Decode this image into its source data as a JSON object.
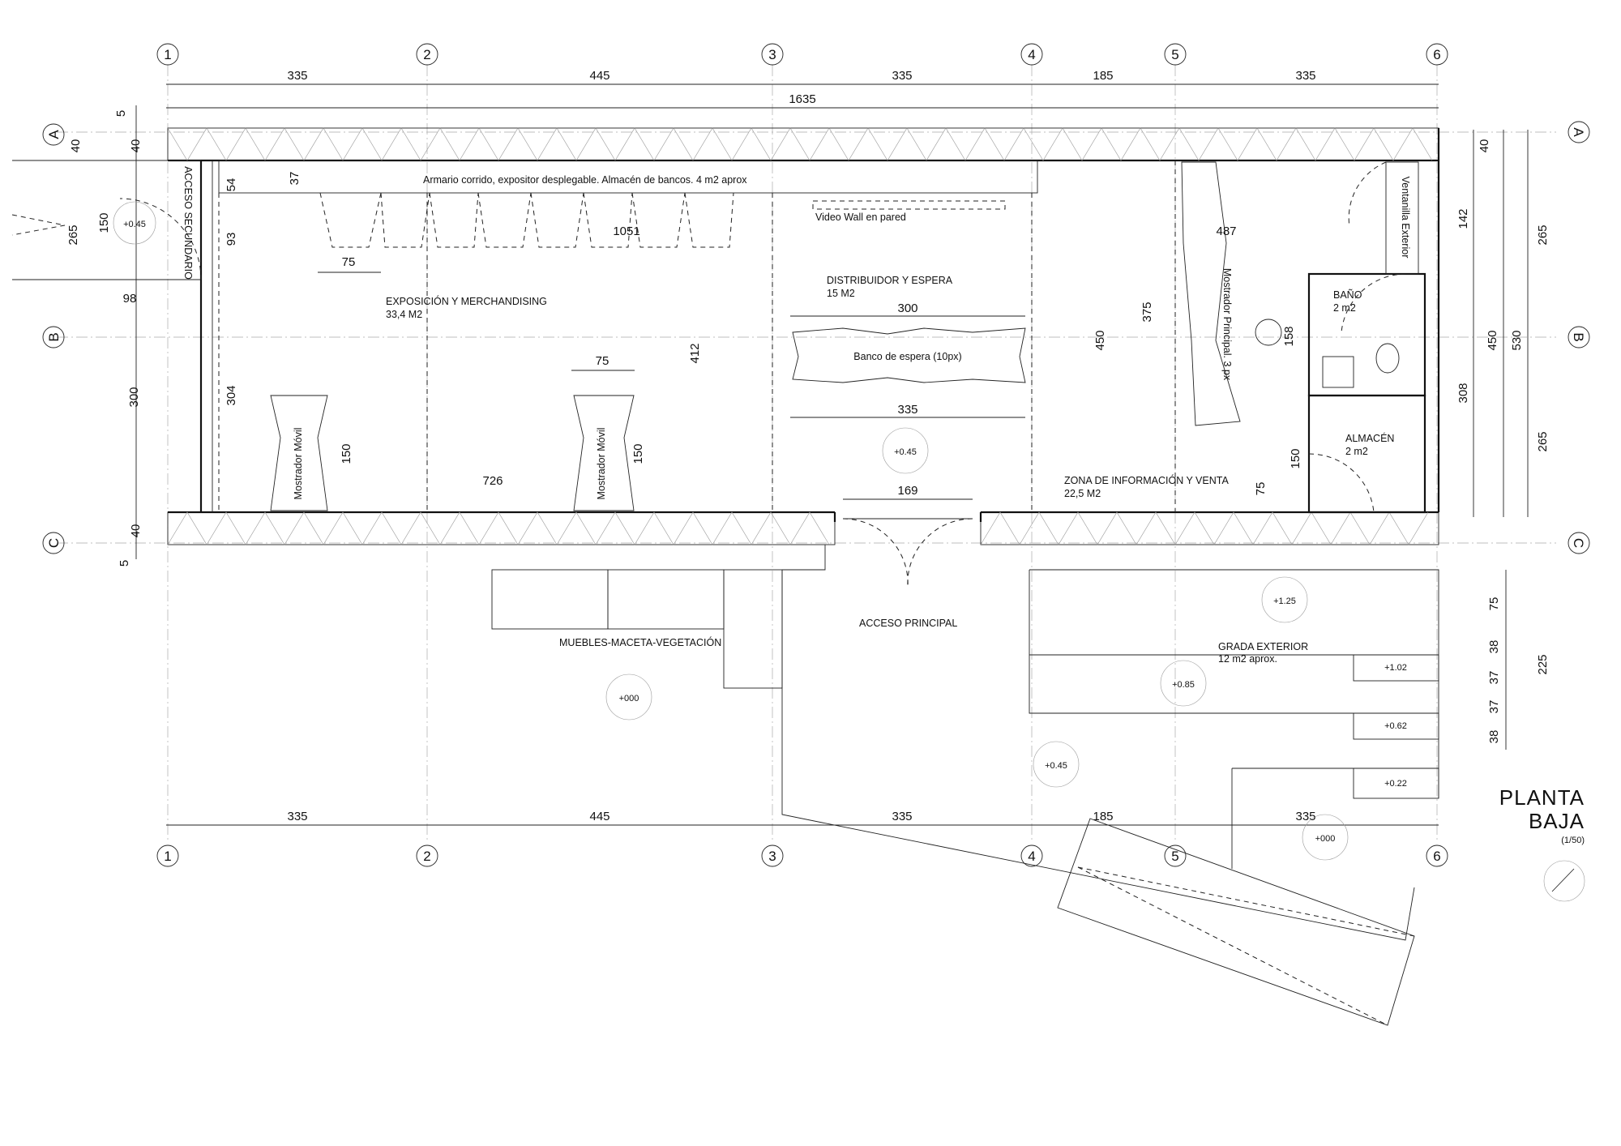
{
  "drawing": {
    "title_line1": "PLANTA",
    "title_line2": "BAJA",
    "scale": "(1/50)"
  },
  "grid": {
    "columns": [
      "1",
      "2",
      "3",
      "4",
      "5",
      "6"
    ],
    "rows": [
      "A",
      "B",
      "C"
    ]
  },
  "dimensions": {
    "top_spans": [
      "335",
      "445",
      "335",
      "185",
      "335"
    ],
    "top_total": "1635",
    "bottom_spans": [
      "335",
      "445",
      "335",
      "185",
      "335"
    ],
    "left_a": "5",
    "left_b": "40",
    "left_c": "40",
    "left_d": "5",
    "left_265": "265",
    "left_150": "150",
    "left_98": "98",
    "left_300": "300",
    "in_54": "54",
    "in_37": "37",
    "in_93": "93",
    "in_304": "304",
    "in_75a": "75",
    "in_75b": "75",
    "in_1051": "1051",
    "in_412": "412",
    "in_150a": "150",
    "in_150b": "150",
    "in_726": "726",
    "in_300": "300",
    "in_335": "335",
    "in_169": "169",
    "in_450": "450",
    "in_375": "375",
    "in_487": "487",
    "in_158": "158",
    "in_150c": "150",
    "in_75c": "75",
    "right_40": "40",
    "right_142": "142",
    "right_308": "308",
    "right_265a": "265",
    "right_450": "450",
    "right_530": "530",
    "right_265b": "265",
    "steps_75": "75",
    "steps_38a": "38",
    "steps_37a": "37",
    "steps_37b": "37",
    "steps_38b": "38",
    "steps_225": "225"
  },
  "rooms": {
    "exposicion_name": "EXPOSICIÓN Y MERCHANDISING",
    "exposicion_area": "33,4 M2",
    "distribuidor_name": "DISTRIBUIDOR Y ESPERA",
    "distribuidor_area": "15 M2",
    "zona_name": "ZONA DE INFORMACIÓN Y VENTA",
    "zona_area": "22,5 M2",
    "bano_name": "BAÑO",
    "bano_area": "2 m2",
    "almacen_name": "ALMACÉN",
    "almacen_area": "2 m2",
    "acceso_principal": "ACCESO PRINCIPAL",
    "acceso_secundario": "ACCESO SECUNDARIO",
    "grada_name": "GRADA EXTERIOR",
    "grada_area": "12 m2 aprox.",
    "muebles": "MUEBLES-MACETA-VEGETACIÓN"
  },
  "furniture": {
    "armario": "Armario corrido, expositor desplegable. Almacén de bancos. 4 m2 aprox",
    "video_wall": "Video Wall en pared",
    "banco": "Banco de espera (10px)",
    "mostrador_movil_1": "Mostrador Móvil",
    "mostrador_movil_2": "Mostrador Móvil",
    "mostrador_principal": "Mostrador Principal. 3 px",
    "ventanilla": "Ventanilla Exterior"
  },
  "levels": {
    "l_045_secondary": "+0.45",
    "l_045_interior": "+0.45",
    "l_000_left": "+000",
    "l_125": "+1.25",
    "l_085": "+0.85",
    "l_045_exterior": "+0.45",
    "l_000_right": "+000",
    "l_102": "+1.02",
    "l_062": "+0.62",
    "l_022": "+0.22"
  }
}
